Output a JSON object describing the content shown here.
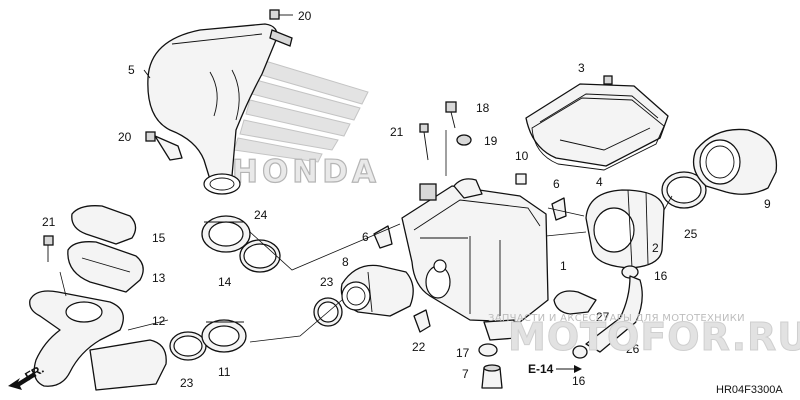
{
  "diagram": {
    "brand_mark": "HONDA",
    "watermark_caption": "ЗАПЧАСТИ И АКСЕССУАРЫ ДЛЯ МОТОТЕХНИКИ",
    "watermark_logo": "MOTOFOR.RU",
    "front_indicator": "FR.",
    "section_reference": "E-14",
    "drawing_code": "HR04F3300A",
    "callouts": [
      {
        "id": "c20a",
        "label": "20"
      },
      {
        "id": "c5",
        "label": "5"
      },
      {
        "id": "c20b",
        "label": "20"
      },
      {
        "id": "c3",
        "label": "3"
      },
      {
        "id": "c18",
        "label": "18"
      },
      {
        "id": "c21a",
        "label": "21"
      },
      {
        "id": "c19",
        "label": "19"
      },
      {
        "id": "c10",
        "label": "10"
      },
      {
        "id": "c6a",
        "label": "6"
      },
      {
        "id": "c4",
        "label": "4"
      },
      {
        "id": "c9",
        "label": "9"
      },
      {
        "id": "c24",
        "label": "24"
      },
      {
        "id": "c21b",
        "label": "21"
      },
      {
        "id": "c15",
        "label": "15"
      },
      {
        "id": "c6b",
        "label": "6"
      },
      {
        "id": "c2",
        "label": "2"
      },
      {
        "id": "c25",
        "label": "25"
      },
      {
        "id": "c13",
        "label": "13"
      },
      {
        "id": "c14",
        "label": "14"
      },
      {
        "id": "c8",
        "label": "8"
      },
      {
        "id": "c1",
        "label": "1"
      },
      {
        "id": "c16a",
        "label": "16"
      },
      {
        "id": "c23a",
        "label": "23"
      },
      {
        "id": "c12",
        "label": "12"
      },
      {
        "id": "c27",
        "label": "27"
      },
      {
        "id": "c22",
        "label": "22"
      },
      {
        "id": "c26",
        "label": "26"
      },
      {
        "id": "c17",
        "label": "17"
      },
      {
        "id": "c11",
        "label": "11"
      },
      {
        "id": "c23b",
        "label": "23"
      },
      {
        "id": "c7",
        "label": "7"
      },
      {
        "id": "c16b",
        "label": "16"
      }
    ]
  }
}
